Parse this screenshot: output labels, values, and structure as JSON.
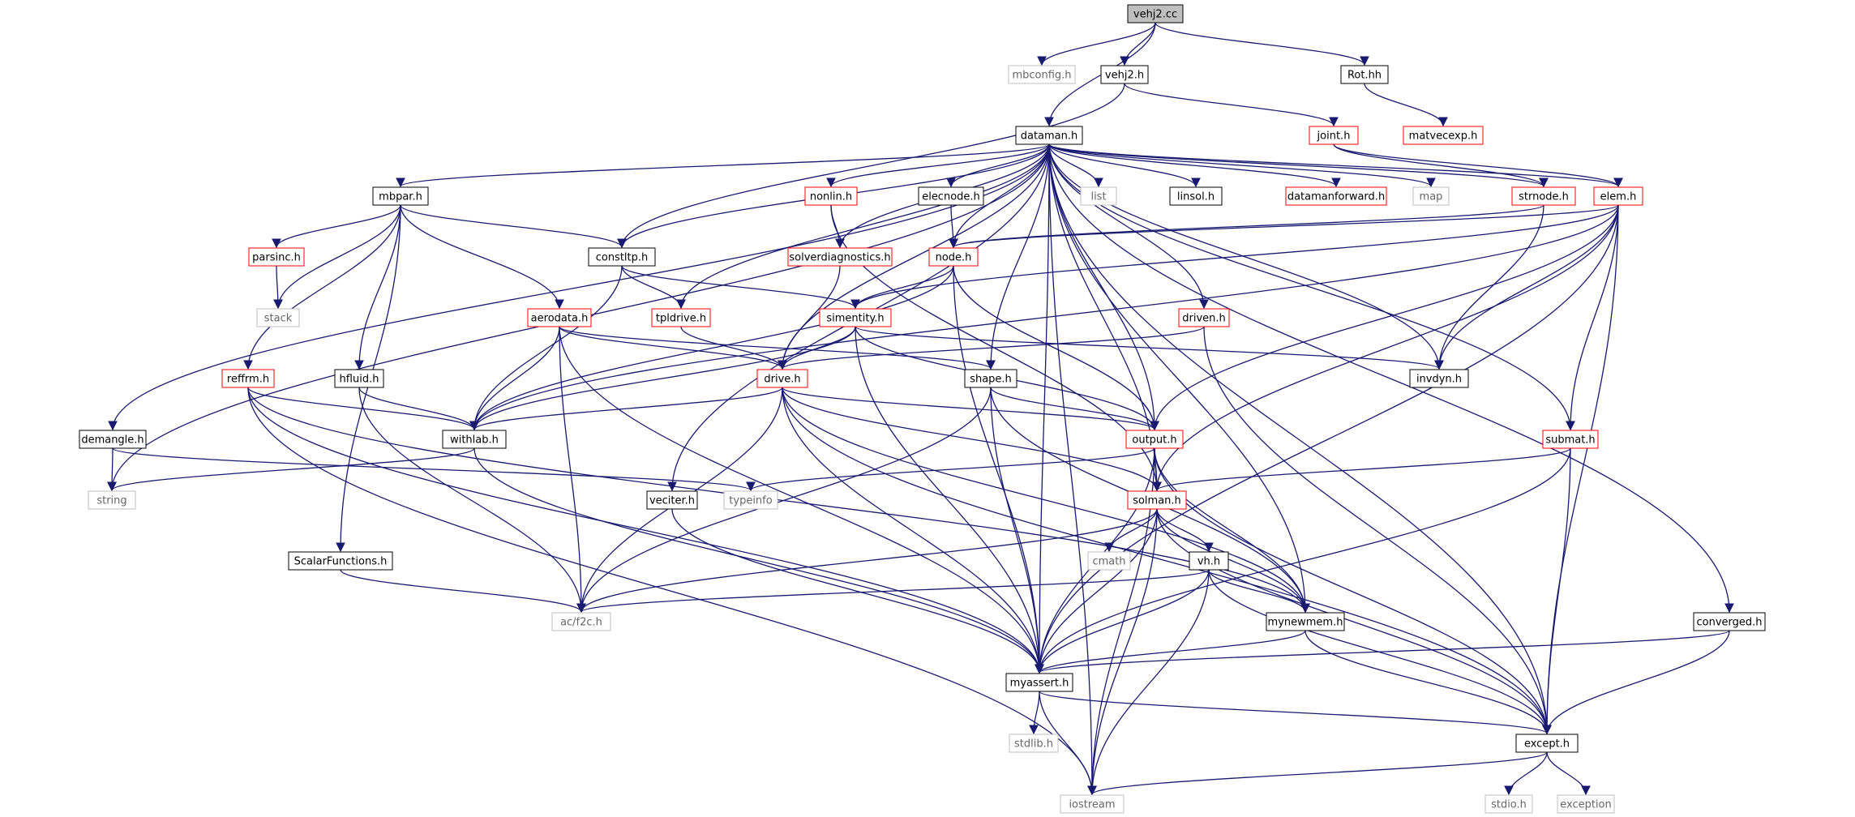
{
  "graph": {
    "root": "vehj2.cc",
    "nodes": [
      {
        "id": "vehj2cc",
        "label": "vehj2.cc",
        "style": "root"
      },
      {
        "id": "mbconfig",
        "label": "mbconfig.h",
        "style": "grey"
      },
      {
        "id": "vehj2h",
        "label": "vehj2.h",
        "style": "black"
      },
      {
        "id": "roth",
        "label": "Rot.hh",
        "style": "black"
      },
      {
        "id": "dataman",
        "label": "dataman.h",
        "style": "black"
      },
      {
        "id": "joint",
        "label": "joint.h",
        "style": "red"
      },
      {
        "id": "matvecexp",
        "label": "matvecexp.h",
        "style": "red"
      },
      {
        "id": "mbpar",
        "label": "mbpar.h",
        "style": "black"
      },
      {
        "id": "nonlin",
        "label": "nonlin.h",
        "style": "red"
      },
      {
        "id": "elecnode",
        "label": "elecnode.h",
        "style": "black"
      },
      {
        "id": "list",
        "label": "list",
        "style": "grey"
      },
      {
        "id": "linsol",
        "label": "linsol.h",
        "style": "black"
      },
      {
        "id": "datamanforward",
        "label": "datamanforward.h",
        "style": "red"
      },
      {
        "id": "map",
        "label": "map",
        "style": "grey"
      },
      {
        "id": "strnode",
        "label": "strnode.h",
        "style": "red"
      },
      {
        "id": "elem",
        "label": "elem.h",
        "style": "red"
      },
      {
        "id": "parsinc",
        "label": "parsinc.h",
        "style": "red"
      },
      {
        "id": "constltp",
        "label": "constltp.h",
        "style": "black"
      },
      {
        "id": "solverdiag",
        "label": "solverdiagnostics.h",
        "style": "red"
      },
      {
        "id": "node",
        "label": "node.h",
        "style": "red"
      },
      {
        "id": "stack",
        "label": "stack",
        "style": "grey"
      },
      {
        "id": "aerodata",
        "label": "aerodata.h",
        "style": "red"
      },
      {
        "id": "tpldrive",
        "label": "tpldrive.h",
        "style": "red"
      },
      {
        "id": "simentity",
        "label": "simentity.h",
        "style": "red"
      },
      {
        "id": "driven",
        "label": "driven.h",
        "style": "red"
      },
      {
        "id": "reffrm",
        "label": "reffrm.h",
        "style": "red"
      },
      {
        "id": "hfluid",
        "label": "hfluid.h",
        "style": "black"
      },
      {
        "id": "drive",
        "label": "drive.h",
        "style": "red"
      },
      {
        "id": "shape",
        "label": "shape.h",
        "style": "black"
      },
      {
        "id": "invdyn",
        "label": "invdyn.h",
        "style": "black"
      },
      {
        "id": "demangle",
        "label": "demangle.h",
        "style": "black"
      },
      {
        "id": "withlab",
        "label": "withlab.h",
        "style": "black"
      },
      {
        "id": "output",
        "label": "output.h",
        "style": "red"
      },
      {
        "id": "submat",
        "label": "submat.h",
        "style": "red"
      },
      {
        "id": "string",
        "label": "string",
        "style": "grey"
      },
      {
        "id": "typeinfo",
        "label": "typeinfo",
        "style": "grey"
      },
      {
        "id": "veciter",
        "label": "veciter.h",
        "style": "black"
      },
      {
        "id": "solman",
        "label": "solman.h",
        "style": "red"
      },
      {
        "id": "cmath",
        "label": "cmath",
        "style": "grey"
      },
      {
        "id": "vh",
        "label": "vh.h",
        "style": "black"
      },
      {
        "id": "scalarfn",
        "label": "ScalarFunctions.h",
        "style": "black"
      },
      {
        "id": "acf2c",
        "label": "ac/f2c.h",
        "style": "grey"
      },
      {
        "id": "mynewmem",
        "label": "mynewmem.h",
        "style": "black"
      },
      {
        "id": "converged",
        "label": "converged.h",
        "style": "black"
      },
      {
        "id": "myassert",
        "label": "myassert.h",
        "style": "black"
      },
      {
        "id": "stdlib",
        "label": "stdlib.h",
        "style": "grey"
      },
      {
        "id": "except",
        "label": "except.h",
        "style": "black"
      },
      {
        "id": "iostream",
        "label": "iostream",
        "style": "grey"
      },
      {
        "id": "stdio",
        "label": "stdio.h",
        "style": "grey"
      },
      {
        "id": "exception",
        "label": "exception",
        "style": "grey"
      }
    ],
    "edges": [
      [
        "vehj2cc",
        "mbconfig"
      ],
      [
        "vehj2cc",
        "vehj2h"
      ],
      [
        "vehj2cc",
        "roth"
      ],
      [
        "vehj2cc",
        "dataman"
      ],
      [
        "vehj2h",
        "joint"
      ],
      [
        "vehj2h",
        "constltp"
      ],
      [
        "roth",
        "matvecexp"
      ],
      [
        "joint",
        "elem"
      ],
      [
        "joint",
        "strnode"
      ],
      [
        "dataman",
        "mbpar"
      ],
      [
        "dataman",
        "nonlin"
      ],
      [
        "dataman",
        "elecnode"
      ],
      [
        "dataman",
        "list"
      ],
      [
        "dataman",
        "linsol"
      ],
      [
        "dataman",
        "datamanforward"
      ],
      [
        "dataman",
        "map"
      ],
      [
        "dataman",
        "strnode"
      ],
      [
        "dataman",
        "elem"
      ],
      [
        "dataman",
        "constltp"
      ],
      [
        "dataman",
        "solverdiag"
      ],
      [
        "dataman",
        "node"
      ],
      [
        "dataman",
        "tpldrive"
      ],
      [
        "dataman",
        "drive"
      ],
      [
        "dataman",
        "shape"
      ],
      [
        "dataman",
        "driven"
      ],
      [
        "dataman",
        "invdyn"
      ],
      [
        "dataman",
        "demangle"
      ],
      [
        "dataman",
        "output"
      ],
      [
        "dataman",
        "submat"
      ],
      [
        "dataman",
        "string"
      ],
      [
        "dataman",
        "veciter"
      ],
      [
        "dataman",
        "solman"
      ],
      [
        "dataman",
        "mynewmem"
      ],
      [
        "dataman",
        "converged"
      ],
      [
        "dataman",
        "myassert"
      ],
      [
        "dataman",
        "except"
      ],
      [
        "dataman",
        "iostream"
      ],
      [
        "mbpar",
        "parsinc"
      ],
      [
        "mbpar",
        "stack"
      ],
      [
        "mbpar",
        "constltp"
      ],
      [
        "mbpar",
        "aerodata"
      ],
      [
        "mbpar",
        "reffrm"
      ],
      [
        "mbpar",
        "hfluid"
      ],
      [
        "mbpar",
        "scalarfn"
      ],
      [
        "parsinc",
        "stack"
      ],
      [
        "nonlin",
        "solverdiag"
      ],
      [
        "nonlin",
        "solman"
      ],
      [
        "elecnode",
        "node"
      ],
      [
        "strnode",
        "node"
      ],
      [
        "strnode",
        "invdyn"
      ],
      [
        "elem",
        "node"
      ],
      [
        "elem",
        "simentity"
      ],
      [
        "elem",
        "invdyn"
      ],
      [
        "elem",
        "output"
      ],
      [
        "elem",
        "submat"
      ],
      [
        "elem",
        "solman"
      ],
      [
        "elem",
        "withlab"
      ],
      [
        "elem",
        "myassert"
      ],
      [
        "elem",
        "except"
      ],
      [
        "constltp",
        "simentity"
      ],
      [
        "constltp",
        "tpldrive"
      ],
      [
        "constltp",
        "withlab"
      ],
      [
        "solverdiag",
        "drive"
      ],
      [
        "node",
        "simentity"
      ],
      [
        "node",
        "output"
      ],
      [
        "node",
        "withlab"
      ],
      [
        "node",
        "myassert"
      ],
      [
        "aerodata",
        "drive"
      ],
      [
        "aerodata",
        "shape"
      ],
      [
        "aerodata",
        "withlab"
      ],
      [
        "aerodata",
        "acf2c"
      ],
      [
        "aerodata",
        "myassert"
      ],
      [
        "tpldrive",
        "drive"
      ],
      [
        "simentity",
        "drive"
      ],
      [
        "simentity",
        "invdyn"
      ],
      [
        "simentity",
        "output"
      ],
      [
        "simentity",
        "withlab"
      ],
      [
        "simentity",
        "myassert"
      ],
      [
        "driven",
        "drive"
      ],
      [
        "driven",
        "except"
      ],
      [
        "reffrm",
        "withlab"
      ],
      [
        "reffrm",
        "mynewmem"
      ],
      [
        "reffrm",
        "myassert"
      ],
      [
        "reffrm",
        "iostream"
      ],
      [
        "hfluid",
        "withlab"
      ],
      [
        "hfluid",
        "acf2c"
      ],
      [
        "drive",
        "withlab"
      ],
      [
        "drive",
        "output"
      ],
      [
        "drive",
        "solman"
      ],
      [
        "drive",
        "acf2c"
      ],
      [
        "drive",
        "myassert"
      ],
      [
        "drive",
        "mynewmem"
      ],
      [
        "drive",
        "except"
      ],
      [
        "shape",
        "output"
      ],
      [
        "shape",
        "acf2c"
      ],
      [
        "shape",
        "myassert"
      ],
      [
        "shape",
        "mynewmem"
      ],
      [
        "demangle",
        "string"
      ],
      [
        "demangle",
        "typeinfo"
      ],
      [
        "withlab",
        "string"
      ],
      [
        "withlab",
        "myassert"
      ],
      [
        "output",
        "typeinfo"
      ],
      [
        "output",
        "solman"
      ],
      [
        "output",
        "myassert"
      ],
      [
        "output",
        "mynewmem"
      ],
      [
        "output",
        "iostream"
      ],
      [
        "output",
        "except"
      ],
      [
        "submat",
        "solman"
      ],
      [
        "submat",
        "myassert"
      ],
      [
        "submat",
        "except"
      ],
      [
        "veciter",
        "myassert"
      ],
      [
        "solman",
        "cmath"
      ],
      [
        "solman",
        "vh"
      ],
      [
        "solman",
        "acf2c"
      ],
      [
        "solman",
        "myassert"
      ],
      [
        "solman",
        "mynewmem"
      ],
      [
        "solman",
        "except"
      ],
      [
        "solman",
        "iostream"
      ],
      [
        "vh",
        "acf2c"
      ],
      [
        "vh",
        "myassert"
      ],
      [
        "vh",
        "mynewmem"
      ],
      [
        "vh",
        "except"
      ],
      [
        "vh",
        "iostream"
      ],
      [
        "scalarfn",
        "acf2c"
      ],
      [
        "mynewmem",
        "myassert"
      ],
      [
        "mynewmem",
        "except"
      ],
      [
        "converged",
        "myassert"
      ],
      [
        "converged",
        "except"
      ],
      [
        "myassert",
        "stdlib"
      ],
      [
        "myassert",
        "except"
      ],
      [
        "myassert",
        "iostream"
      ],
      [
        "except",
        "iostream"
      ],
      [
        "except",
        "stdio"
      ],
      [
        "except",
        "exception"
      ]
    ]
  },
  "colors": {
    "edge": "#191970",
    "border_black": "#000000",
    "border_red": "#ff0000",
    "border_grey": "#bfbfbf",
    "root_fill": "#bfbfbf",
    "text_grey": "#666666"
  }
}
